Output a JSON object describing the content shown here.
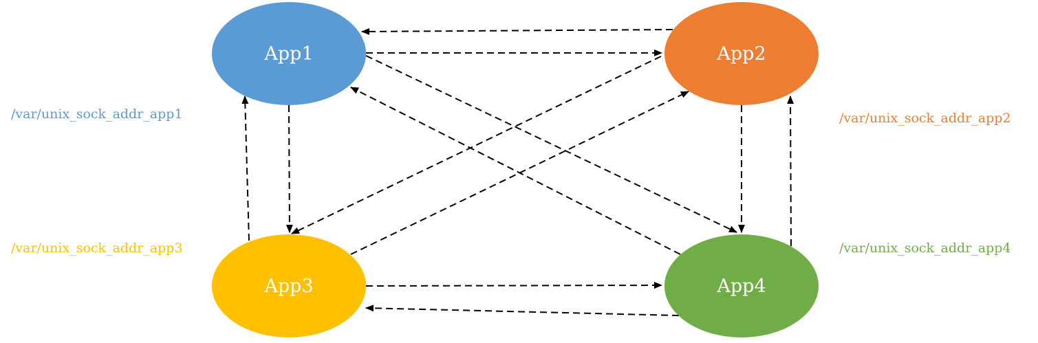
{
  "nodes": [
    {
      "id": "app1",
      "label": "App1",
      "color": "#5b9bd5"
    },
    {
      "id": "app2",
      "label": "App2",
      "color": "#ed7d31"
    },
    {
      "id": "app3",
      "label": "App3",
      "color": "#ffc000"
    },
    {
      "id": "app4",
      "label": "App4",
      "color": "#70ad47"
    }
  ],
  "paths": {
    "app1": {
      "text": "/var/unix_sock_addr_app1",
      "color": "#5b9bd5"
    },
    "app2": {
      "text": "/var/unix_sock_addr_app2",
      "color": "#ed7d31"
    },
    "app3": {
      "text": "/var/unix_sock_addr_app3",
      "color": "#ffc000"
    },
    "app4": {
      "text": "/var/unix_sock_addr_app4",
      "color": "#70ad47"
    }
  },
  "edges": [
    {
      "from": "app1",
      "to": "app2",
      "style": "dashed"
    },
    {
      "from": "app2",
      "to": "app1",
      "style": "dashed"
    },
    {
      "from": "app3",
      "to": "app4",
      "style": "dashed"
    },
    {
      "from": "app4",
      "to": "app3",
      "style": "dashed"
    },
    {
      "from": "app1",
      "to": "app3",
      "style": "dashed"
    },
    {
      "from": "app3",
      "to": "app1",
      "style": "dashed"
    },
    {
      "from": "app2",
      "to": "app4",
      "style": "dashed"
    },
    {
      "from": "app4",
      "to": "app2",
      "style": "dashed"
    },
    {
      "from": "app1",
      "to": "app4",
      "style": "dashed"
    },
    {
      "from": "app4",
      "to": "app1",
      "style": "dashed"
    },
    {
      "from": "app2",
      "to": "app3",
      "style": "dashed"
    },
    {
      "from": "app3",
      "to": "app2",
      "style": "dashed"
    }
  ]
}
